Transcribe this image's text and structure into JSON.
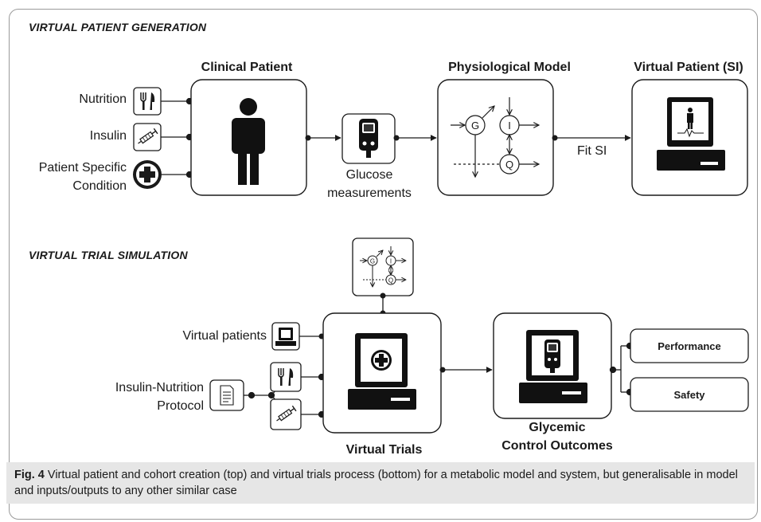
{
  "top": {
    "section_title": "VIRTUAL PATIENT GENERATION",
    "clinical_patient": "Clinical Patient",
    "physiological_model": "Physiological Model",
    "virtual_patient": "Virtual Patient (SI)",
    "inputs": {
      "nutrition": "Nutrition",
      "insulin": "Insulin",
      "condition_1": "Patient Specific",
      "condition_2": "Condition"
    },
    "glucose_1": "Glucose",
    "glucose_2": "measurements",
    "fit_label": "Fit SI",
    "model_nodes": {
      "g": "G",
      "i": "I",
      "q": "Q"
    }
  },
  "bottom": {
    "section_title": "VIRTUAL TRIAL SIMULATION",
    "virtual_patients": "Virtual patients",
    "protocol_1": "Insulin-Nutrition",
    "protocol_2": "Protocol",
    "virtual_trials": "Virtual Trials",
    "outcomes_1": "Glycemic",
    "outcomes_2": "Control Outcomes",
    "performance": "Performance",
    "safety": "Safety",
    "model_nodes": {
      "g": "G",
      "i": "I",
      "q": "Q"
    }
  },
  "caption": {
    "fig_label": "Fig. 4",
    "text": "Virtual patient and cohort creation (top) and virtual trials process (bottom) for a metabolic model and system, but generalisable in model and inputs/outputs to any other similar case"
  }
}
